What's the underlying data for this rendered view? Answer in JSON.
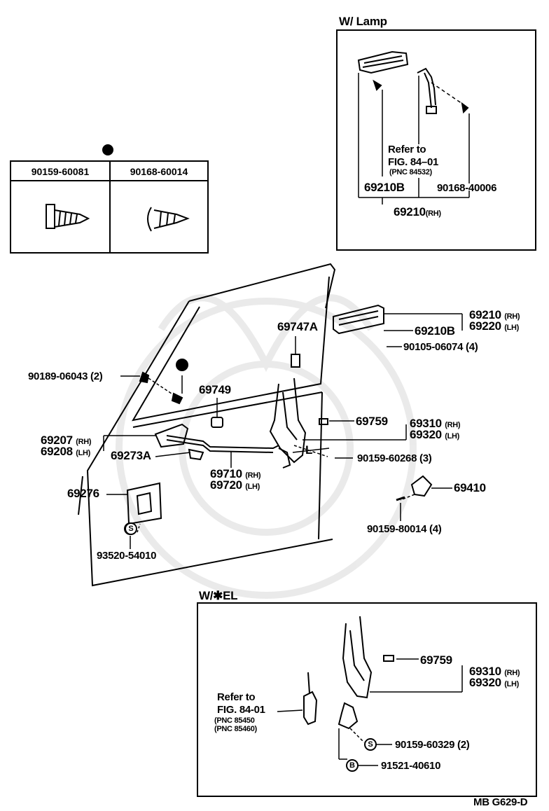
{
  "inset_lamp": {
    "title": "W/ Lamp",
    "refer_to": "Refer to",
    "fig": "FIG. 84–01",
    "pnc": "(PNC 84532)",
    "part_69210B": "69210B",
    "part_90168_40006": "90168-40006",
    "part_69210": "69210",
    "part_69210_suffix": "(RH)"
  },
  "screw_table": {
    "col1": "90159-60081",
    "col2": "90168-60014"
  },
  "main": {
    "p69747A": "69747A",
    "p69210": "69210",
    "p69210_rh": "(RH)",
    "p69220": "69220",
    "p69220_lh": "(LH)",
    "p69210B": "69210B",
    "p90105": "90105-06074",
    "p90105_qty": "(4)",
    "p90189": "90189-06043",
    "p90189_qty": "(2)",
    "p69749": "69749",
    "p69759": "69759",
    "p69310": "69310",
    "p69310_rh": "(RH)",
    "p69320": "69320",
    "p69320_lh": "(LH)",
    "p69207": "69207",
    "p69207_rh": "(RH)",
    "p69208": "69208",
    "p69208_lh": "(LH)",
    "p69273A": "69273A",
    "p90159_60268": "90159-60268",
    "p90159_60268_qty": "(3)",
    "p69710": "69710",
    "p69710_rh": "(RH)",
    "p69720": "69720",
    "p69720_lh": "(LH)",
    "p69410": "69410",
    "p69276": "69276",
    "p90159_80014": "90159-80014",
    "p90159_80014_qty": "(4)",
    "s_symbol": "S",
    "p93520": "93520-54010",
    "l_mark": "L"
  },
  "inset_el": {
    "title": "W/✱EL",
    "p69759": "69759",
    "p69310": "69310",
    "p69310_rh": "(RH)",
    "p69320": "69320",
    "p69320_lh": "(LH)",
    "refer_to": "Refer to",
    "fig": "FIG. 84-01",
    "pnc1": "(PNC 85450",
    "pnc2": "(PNC 85460)",
    "s_symbol": "S",
    "p90159_60329": "90159-60329",
    "p90159_60329_qty": "(2)",
    "b_symbol": "B",
    "p91521": "91521-40610"
  },
  "footer": {
    "code": "MB G629-D"
  }
}
